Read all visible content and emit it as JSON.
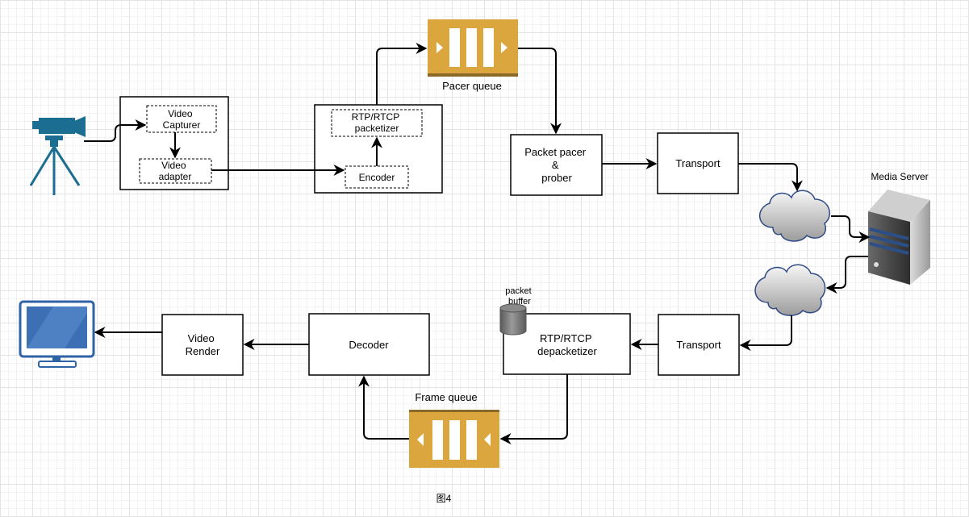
{
  "nodes": {
    "video_capturer": [
      "Video",
      "Capturer"
    ],
    "video_adapter": [
      "Video",
      "adapter"
    ],
    "rtp_packetizer": [
      "RTP/RTCP",
      "packetizer"
    ],
    "encoder": "Encoder",
    "pacer_queue": "Pacer queue",
    "packet_pacer": [
      "Packet pacer",
      "&",
      "prober"
    ],
    "transport_send": "Transport",
    "media_server": "Media Server",
    "transport_recv": "Transport",
    "packet_buffer": [
      "packet",
      "buffer"
    ],
    "rtp_depacketizer": [
      "RTP/RTCP",
      "depacketizer"
    ],
    "frame_queue": "Frame queue",
    "decoder": "Decoder",
    "video_render": [
      "Video",
      "Render"
    ]
  },
  "caption": "图4",
  "colors": {
    "queue_fill": "#dba63d",
    "queue_stripe": "#8a6a28",
    "camera": "#1b6d91",
    "monitor_frame": "#2f63a6",
    "monitor_screen": "#3d6fb4",
    "cloud_stroke": "#2f4b86",
    "server_blue": "#2b4f86"
  },
  "icons": [
    "camera-icon",
    "monitor-icon",
    "server-icon",
    "cloud-icon",
    "database-icon",
    "queue-icon"
  ]
}
